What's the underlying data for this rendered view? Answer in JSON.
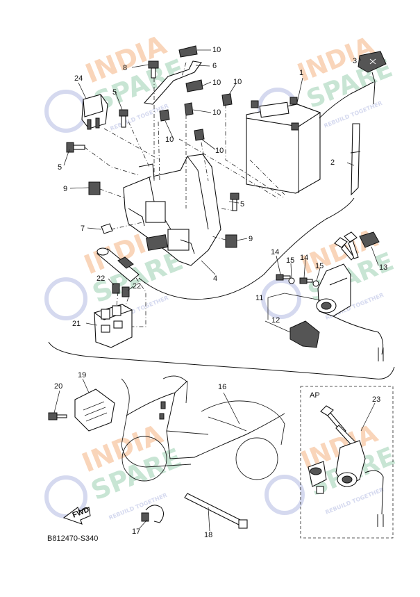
{
  "diagram": {
    "callouts": [
      {
        "id": "c1",
        "text": "1"
      },
      {
        "id": "c2",
        "text": "2"
      },
      {
        "id": "c3",
        "text": "3"
      },
      {
        "id": "c4",
        "text": "4"
      },
      {
        "id": "c5a",
        "text": "5"
      },
      {
        "id": "c5b",
        "text": "5"
      },
      {
        "id": "c5c",
        "text": "5"
      },
      {
        "id": "c6",
        "text": "6"
      },
      {
        "id": "c7",
        "text": "7"
      },
      {
        "id": "c8",
        "text": "8"
      },
      {
        "id": "c9a",
        "text": "9"
      },
      {
        "id": "c9b",
        "text": "9"
      },
      {
        "id": "c10a",
        "text": "10"
      },
      {
        "id": "c10b",
        "text": "10"
      },
      {
        "id": "c10c",
        "text": "10"
      },
      {
        "id": "c10d",
        "text": "10"
      },
      {
        "id": "c10e",
        "text": "10"
      },
      {
        "id": "c10f",
        "text": "10"
      },
      {
        "id": "c11",
        "text": "11"
      },
      {
        "id": "c12",
        "text": "12"
      },
      {
        "id": "c13",
        "text": "13"
      },
      {
        "id": "c14a",
        "text": "14"
      },
      {
        "id": "c14b",
        "text": "14"
      },
      {
        "id": "c15a",
        "text": "15"
      },
      {
        "id": "c15b",
        "text": "15"
      },
      {
        "id": "c16",
        "text": "16"
      },
      {
        "id": "c17",
        "text": "17"
      },
      {
        "id": "c18",
        "text": "18"
      },
      {
        "id": "c19",
        "text": "19"
      },
      {
        "id": "c20",
        "text": "20"
      },
      {
        "id": "c21",
        "text": "21"
      },
      {
        "id": "c22a",
        "text": "22"
      },
      {
        "id": "c22b",
        "text": "22"
      },
      {
        "id": "c23",
        "text": "23"
      },
      {
        "id": "c24",
        "text": "24"
      }
    ],
    "inset_label": "AP",
    "fwd_label": "FWD",
    "diagram_code": "B812470-S340",
    "watermark": {
      "line1": "INDIA",
      "line2": "SPARE",
      "tagline": "REBUILD TOGETHER",
      "color_orange": "#f7c7a3",
      "color_green": "#b6dcc6",
      "color_blue": "#c7cdea"
    }
  }
}
